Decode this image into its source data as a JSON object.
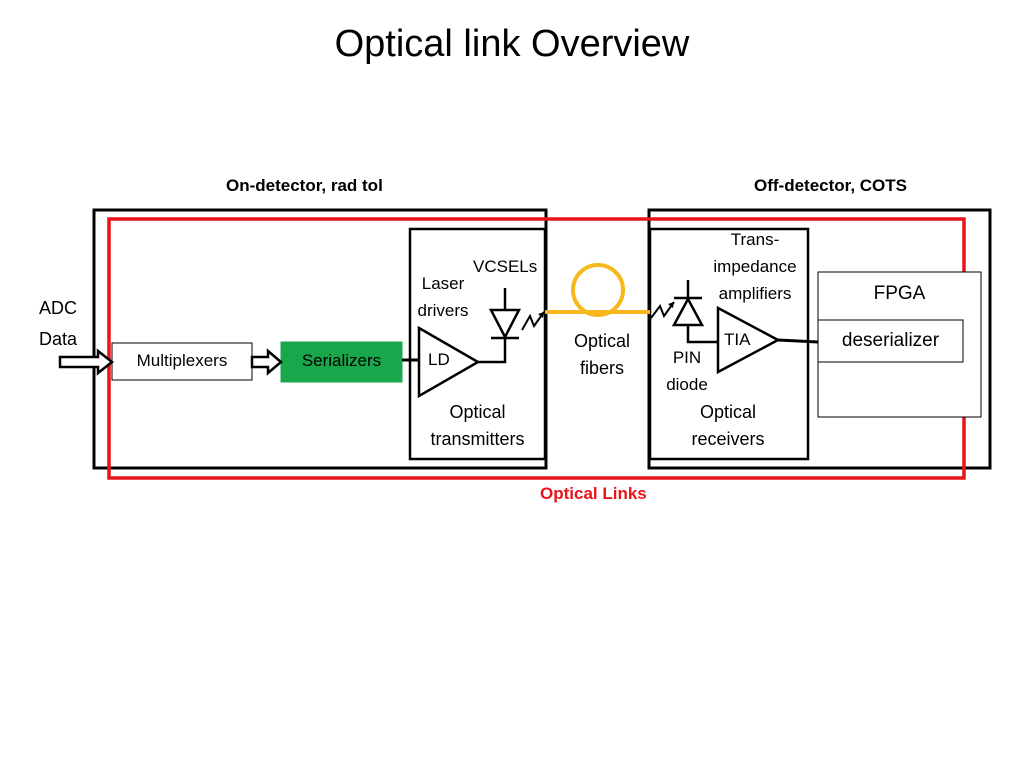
{
  "title": "Optical link Overview",
  "regions": {
    "on_detector": "On-detector, rad tol",
    "off_detector": "Off-detector, COTS",
    "optical_links": "Optical Links"
  },
  "input": {
    "line1": "ADC",
    "line2": "Data"
  },
  "blocks": {
    "multiplexers": "Multiplexers",
    "serializers": "Serializers",
    "fpga": "FPGA",
    "deserializer": "deserializer"
  },
  "transmitter": {
    "laser_line1": "Laser",
    "laser_line2": "drivers",
    "vcsels": "VCSELs",
    "ld": "LD",
    "caption_line1": "Optical",
    "caption_line2": "transmitters"
  },
  "fiber": {
    "line1": "Optical",
    "line2": "fibers"
  },
  "receiver": {
    "tia_line1": "Trans-",
    "tia_line2": "impedance",
    "tia_line3": "amplifiers",
    "tia": "TIA",
    "pin_line1": "PIN",
    "pin_line2": "diode",
    "caption_line1": "Optical",
    "caption_line2": "receivers"
  },
  "colors": {
    "optical_links_border": "#e8141b",
    "serializers_fill": "#1aa64a",
    "fiber": "#f6b81a",
    "outline": "#000000"
  }
}
